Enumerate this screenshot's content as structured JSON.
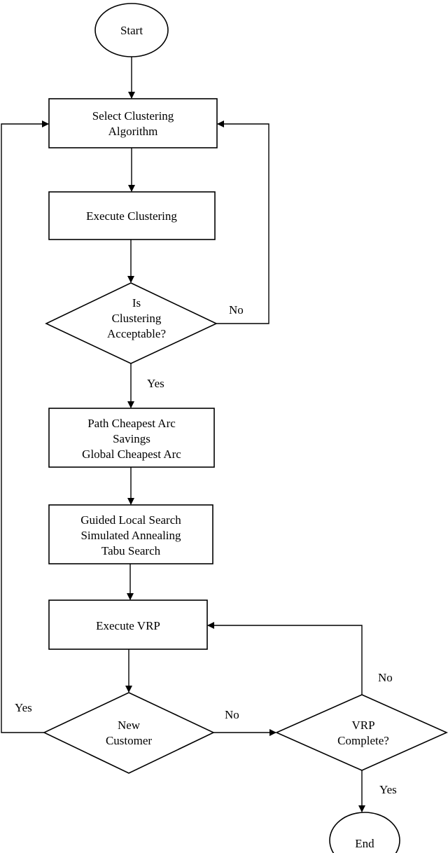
{
  "nodes": {
    "start": "Start",
    "select_clustering": [
      "Select Clustering",
      "Algorithm"
    ],
    "execute_clustering": "Execute Clustering",
    "is_clustering_acceptable": [
      "Is",
      "Clustering",
      "Acceptable?"
    ],
    "construction_heuristics": [
      "Path Cheapest Arc",
      "Savings",
      "Global Cheapest Arc"
    ],
    "metaheuristics": [
      "Guided Local Search",
      "Simulated Annealing",
      "Tabu Search"
    ],
    "execute_vrp": "Execute VRP",
    "new_customer": [
      "New",
      "Customer"
    ],
    "vrp_complete": [
      "VRP",
      "Complete?"
    ],
    "end": "End"
  },
  "edge_labels": {
    "clustering_no": "No",
    "clustering_yes": "Yes",
    "new_customer_yes": "Yes",
    "new_customer_no": "No",
    "vrp_complete_no": "No",
    "vrp_complete_yes": "Yes"
  }
}
